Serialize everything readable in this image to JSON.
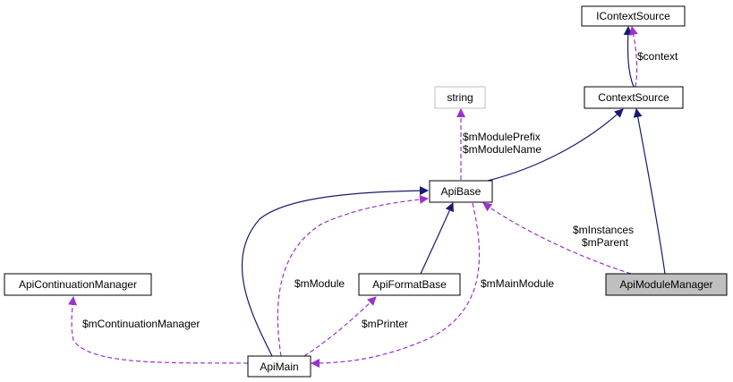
{
  "nodes": {
    "icontextsource": "IContextSource",
    "contextsource": "ContextSource",
    "string": "string",
    "apibase": "ApiBase",
    "apimodulemanager": "ApiModuleManager",
    "apicontinuationmanager": "ApiContinuationManager",
    "apiformatbase": "ApiFormatBase",
    "apimain": "ApiMain"
  },
  "edges": {
    "context": "$context",
    "module_prefix": "$mModulePrefix",
    "module_name": "$mModuleName",
    "instances": "$mInstances",
    "parent": "$mParent",
    "module": "$mModule",
    "main_module": "$mMainModule",
    "continuation_manager": "$mContinuationManager",
    "printer": "$mPrinter"
  },
  "colors": {
    "inheritance": "#191970",
    "usage": "#9a32cd",
    "grey_border": "#bfbfbf",
    "highlight_fill": "#bfbfbf"
  }
}
